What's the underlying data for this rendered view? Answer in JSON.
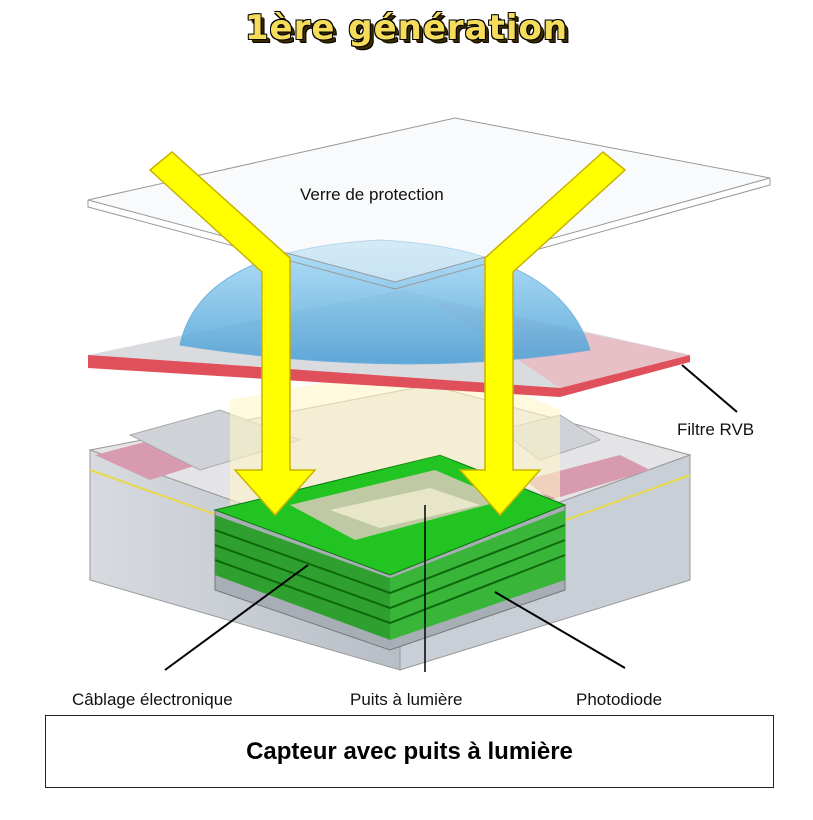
{
  "title": "1ère génération",
  "labels": {
    "glass": "Verre de protection",
    "filter": "Filtre RVB",
    "wiring": "Câblage électronique",
    "light_well": "Puits à lumière",
    "photodiode": "Photodiode"
  },
  "caption": "Capteur avec puits à lumière",
  "colors": {
    "arrow": "#ffff00",
    "green": "#22c422",
    "lens": "#7fc4ec",
    "filter_red": "#e0505a"
  }
}
